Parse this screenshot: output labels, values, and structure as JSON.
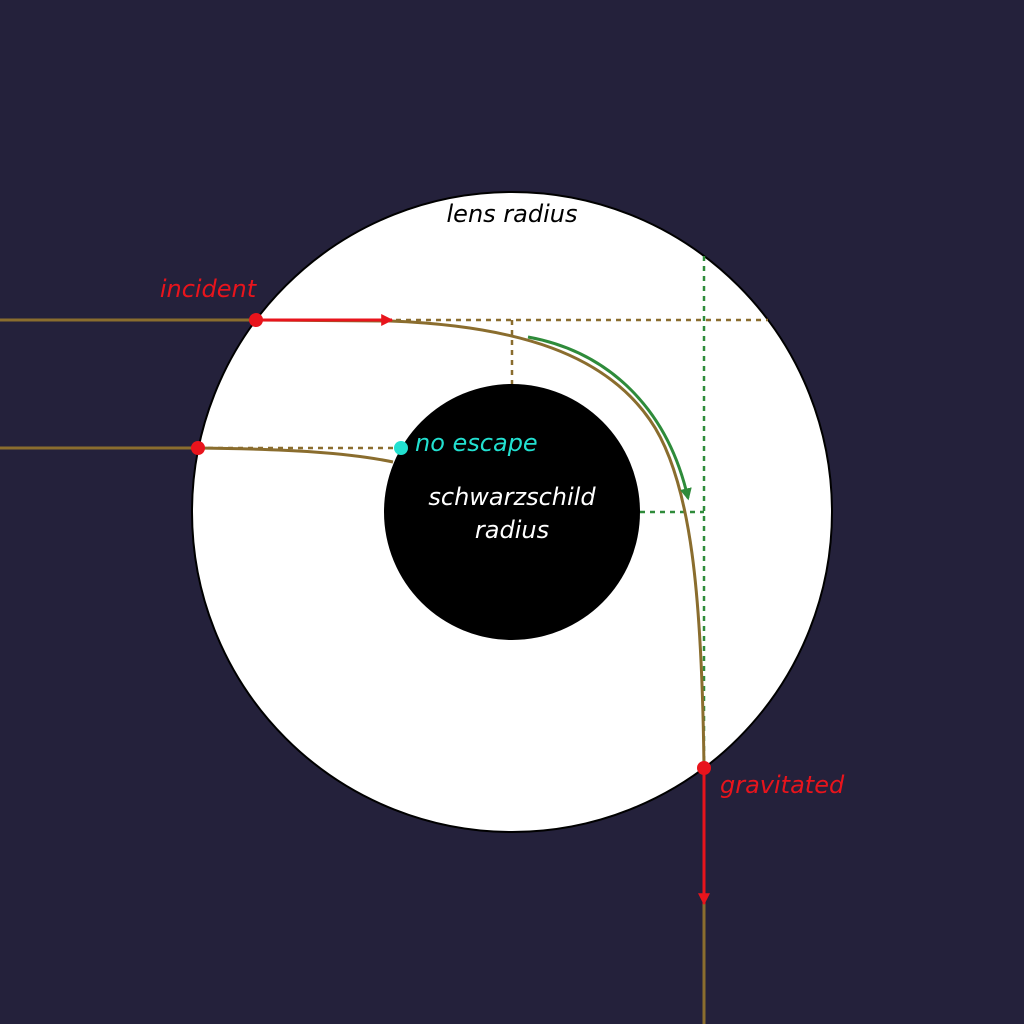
{
  "colors": {
    "background": "#24213b",
    "lens_fill": "#ffffff",
    "lens_stroke": "#000000",
    "horizon_fill": "#000000",
    "ray": "#8a6d2e",
    "construction_dash": "#8a6d2e",
    "guide_dash": "#2e8b3a",
    "deflection_arrow": "#2e8b3a",
    "marker": "#e8141c",
    "no_escape_marker": "#22e0d0",
    "label_dark": "#000000",
    "label_light": "#ffffff",
    "label_accent": "#e8141c",
    "label_cyan": "#22e0d0"
  },
  "labels": {
    "lens_radius": "lens radius",
    "incident": "incident",
    "gravitated": "gravitated",
    "no_escape": "no escape",
    "horizon_line1": "schwarzschild",
    "horizon_line2": "radius"
  }
}
